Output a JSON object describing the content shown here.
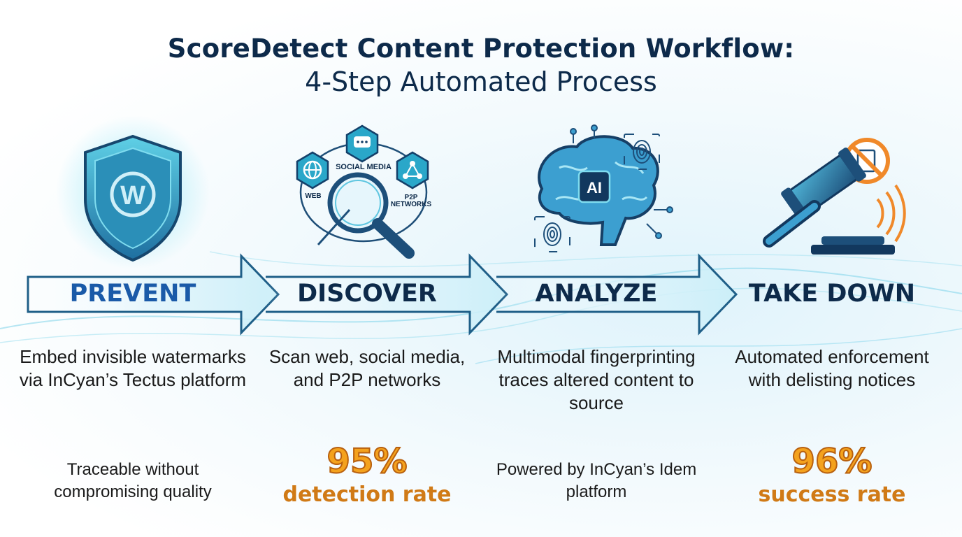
{
  "title": {
    "line1": "ScoreDetect Content Protection Workflow:",
    "line2": "4-Step Automated Process"
  },
  "steps": [
    {
      "title": "PREVENT",
      "icon": "shield-watermark-icon",
      "icon_text": "W",
      "description": "Embed invisible watermarks via InCyan’s Tectus platform",
      "note": "Traceable without compromising quality"
    },
    {
      "title": "DISCOVER",
      "icon": "magnifier-network-icon",
      "icon_labels": [
        "SOCIAL MEDIA",
        "WEB",
        "P2P",
        "NETWORKS"
      ],
      "description": "Scan web, social media, and P2P networks",
      "stat_value": "95%",
      "stat_label": "detection rate"
    },
    {
      "title": "ANALYZE",
      "icon": "ai-brain-fingerprint-icon",
      "icon_text": "AI",
      "description": "Multimodal fingerprinting traces altered content to source",
      "note": "Powered by InCyan’s Idem platform"
    },
    {
      "title": "TAKE DOWN",
      "icon": "gavel-prohibited-icon",
      "description": "Automated enforcement with delisting notices",
      "stat_value": "96%",
      "stat_label": "success rate"
    }
  ],
  "colors": {
    "title": "#0d2a4a",
    "prevent_title": "#1a5aa8",
    "accent_teal": "#2aa7c9",
    "stat_orange": "#f4a21d"
  }
}
